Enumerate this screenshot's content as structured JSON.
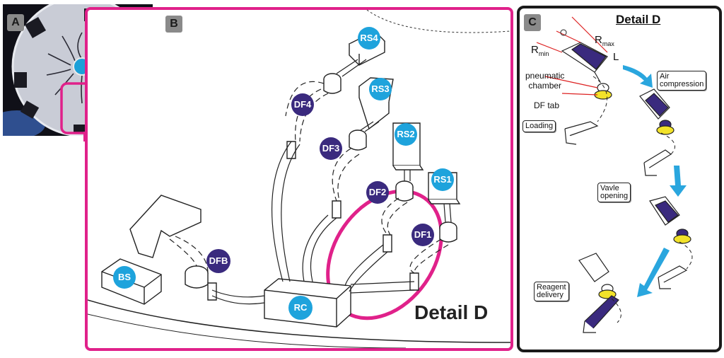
{
  "colors": {
    "magenta": "#e0218a",
    "cyan": "#1ea3dc",
    "purple": "#3a2a7e",
    "yellow": "#f2e22a",
    "arrow": "#2aa6de"
  },
  "panel_a": {
    "letter": "A"
  },
  "panel_b": {
    "letter": "B",
    "detail_label": "Detail D",
    "reservoirs": [
      "RS4",
      "RS3",
      "RS2",
      "RS1"
    ],
    "dissolvable_films": [
      "DF4",
      "DF3",
      "DF2",
      "DF1",
      "DFB"
    ],
    "buffer_storage": "BS",
    "reaction_chamber": "RC"
  },
  "panel_c": {
    "letter": "C",
    "title": "Detail D",
    "r_min": "R",
    "r_min_sub": "min",
    "r_max": "R",
    "r_max_sub": "max",
    "length": "L",
    "pneumatic_chamber": "pneumatic\nchamber",
    "df_tab": "DF tab",
    "stages": {
      "loading": "Loading",
      "air_compression": "Air\ncompression",
      "valve_opening": "Vavle\nopening",
      "reagent_delivery": "Reagent\ndelivery"
    }
  }
}
